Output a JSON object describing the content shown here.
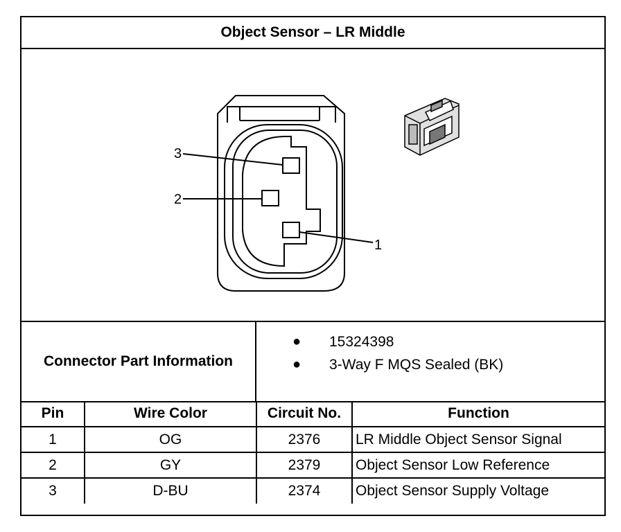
{
  "title": "Object Sensor – LR Middle",
  "diagram": {
    "pin_labels": [
      "1",
      "2",
      "3"
    ]
  },
  "connector_part": {
    "label": "Connector Part Information",
    "items": [
      "15324398",
      "3-Way F MQS Sealed (BK)"
    ]
  },
  "pin_table": {
    "headers": [
      "Pin",
      "Wire Color",
      "Circuit No.",
      "Function"
    ],
    "rows": [
      {
        "pin": "1",
        "wire_color": "OG",
        "circuit": "2376",
        "function": "LR Middle Object Sensor Signal"
      },
      {
        "pin": "2",
        "wire_color": "GY",
        "circuit": "2379",
        "function": "Object Sensor Low Reference"
      },
      {
        "pin": "3",
        "wire_color": "D-BU",
        "circuit": "2374",
        "function": "Object Sensor Supply Voltage"
      }
    ]
  }
}
